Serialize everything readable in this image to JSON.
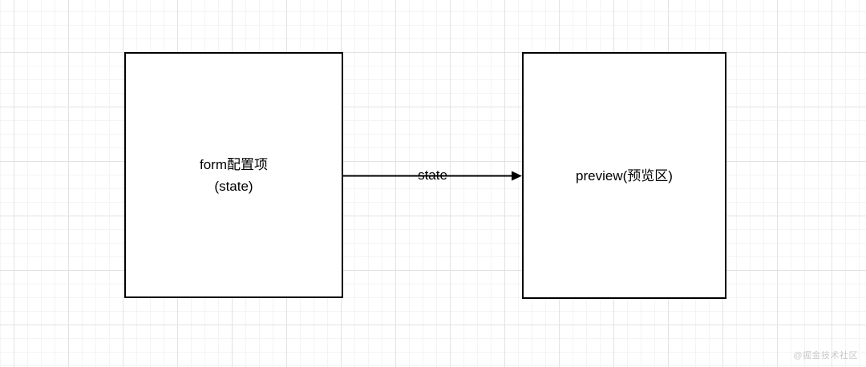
{
  "diagram": {
    "left_box": {
      "line1": "form配置项",
      "line2": "(state)"
    },
    "right_box": {
      "label": "preview(预览区)"
    },
    "arrow": {
      "label": "state"
    }
  },
  "watermark": {
    "text": "@掘金技术社区"
  },
  "colors": {
    "box_border": "#000000",
    "box_fill": "#ffffff",
    "grid_minor": "#f4f4f4",
    "grid_major": "#e3e3e3",
    "text": "#000000",
    "watermark": "#c9c9c9"
  }
}
